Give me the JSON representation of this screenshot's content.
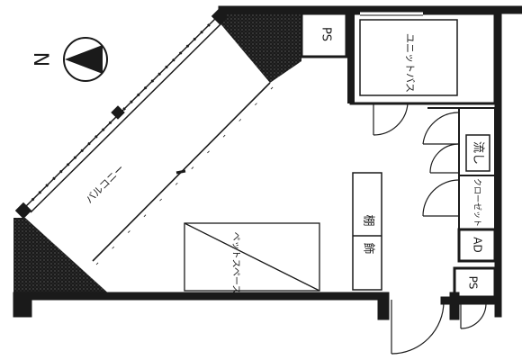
{
  "north_letter": "N",
  "rooms": {
    "balcony": "バルコニー",
    "unit_bath": "ユニットバス",
    "ps_top": "PS",
    "ps_bottom": "PS",
    "ad": "AD",
    "sink": "流し",
    "closet": "クローゼット",
    "shelf_1": "棚",
    "shelf_2": "飾",
    "pet_space": "ペットスペース"
  },
  "colors": {
    "ink": "#1a1a1a",
    "wall_fill": "#1a1a1a",
    "paper": "#ffffff"
  }
}
